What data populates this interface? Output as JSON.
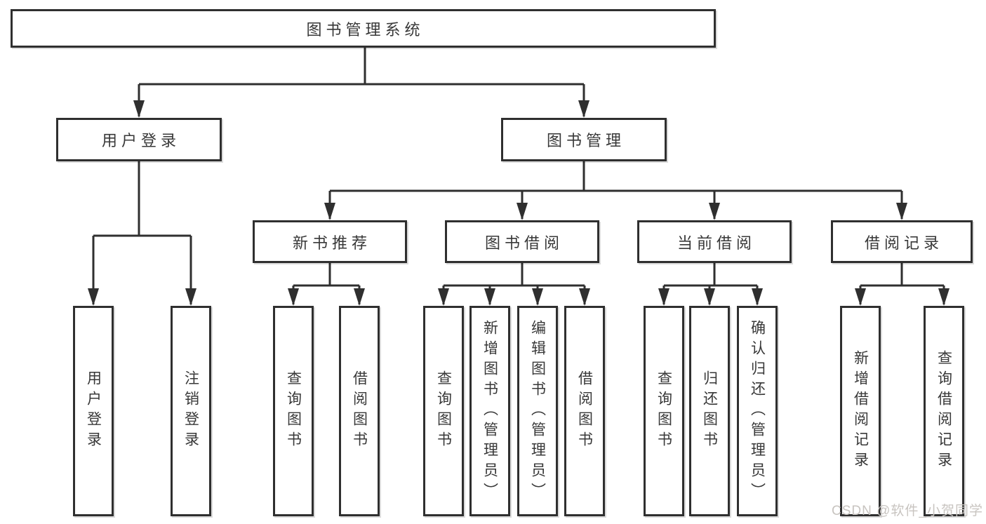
{
  "diagram": {
    "root": "图书管理系统",
    "branches": [
      {
        "label": "用户登录",
        "children": [
          "用户登录",
          "注销登录"
        ]
      },
      {
        "label": "图书管理",
        "children": [
          {
            "label": "新书推荐",
            "children": [
              "查询图书",
              "借阅图书"
            ]
          },
          {
            "label": "图书借阅",
            "children": [
              "查询图书",
              "新增图书（管理员）",
              "编辑图书（管理员）",
              "借阅图书"
            ]
          },
          {
            "label": "当前借阅",
            "children": [
              "查询图书",
              "归还图书",
              "确认归还（管理员）"
            ]
          },
          {
            "label": "借阅记录",
            "children": [
              "新增借阅记录",
              "查询借阅记录"
            ]
          }
        ]
      }
    ]
  },
  "watermark": {
    "text": "CSDN @软件_小贺同学"
  },
  "colors": {
    "line": "#2f2f2f",
    "text": "#383838",
    "box_background": "#ffffff",
    "watermark": "#c8c4c0",
    "page_background": "#ffffff"
  }
}
